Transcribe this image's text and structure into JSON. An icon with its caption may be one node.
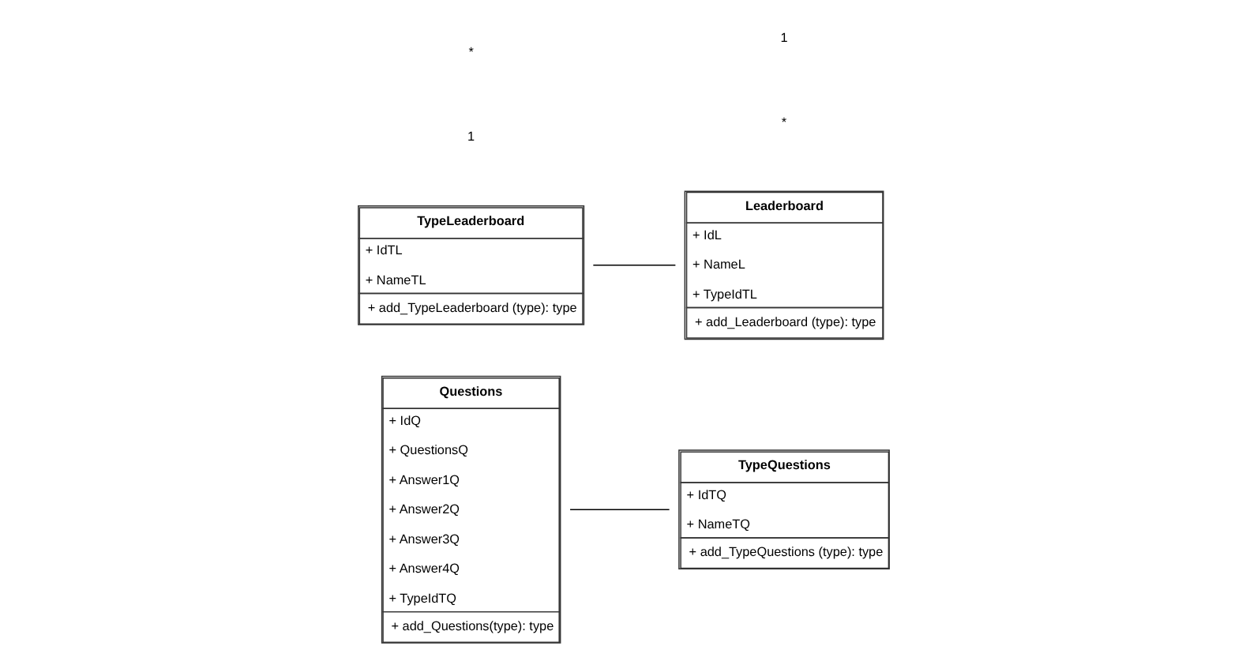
{
  "diagram": {
    "nodes": [
      {
        "text": [
          "Questions",
          "+ IdQ",
          "+ QuestionsQ",
          "+ Answer1Q",
          "+ Answer2Q",
          "+ Answer3Q",
          "+ Answer4Q",
          "+ TypeIdTQ",
          "+ add_Questions(type): type"
        ]
      },
      {
        "text": [
          "TypeQuestions",
          "+ IdTQ",
          "+ NameTQ",
          "+ add_TypeQuestions (type): type"
        ]
      },
      {
        "text": [
          "Leaderboard",
          "+ IdL",
          "+ NameL",
          "+ TypeIdTL",
          "+ add_Leaderboard (type): type"
        ]
      },
      {
        "text": [
          "TypeLeaderboard",
          "+ IdTL",
          "+ NameTL",
          "+ add_TypeLeaderboard (type): type"
        ]
      }
    ],
    "edges": [
      {
        "from": 0,
        "to": 1,
        "arrow": "none"
      },
      {
        "from": 3,
        "to": 2,
        "arrow": "none"
      }
    ],
    "labels": [
      "*",
      "1",
      "1",
      "*"
    ]
  }
}
